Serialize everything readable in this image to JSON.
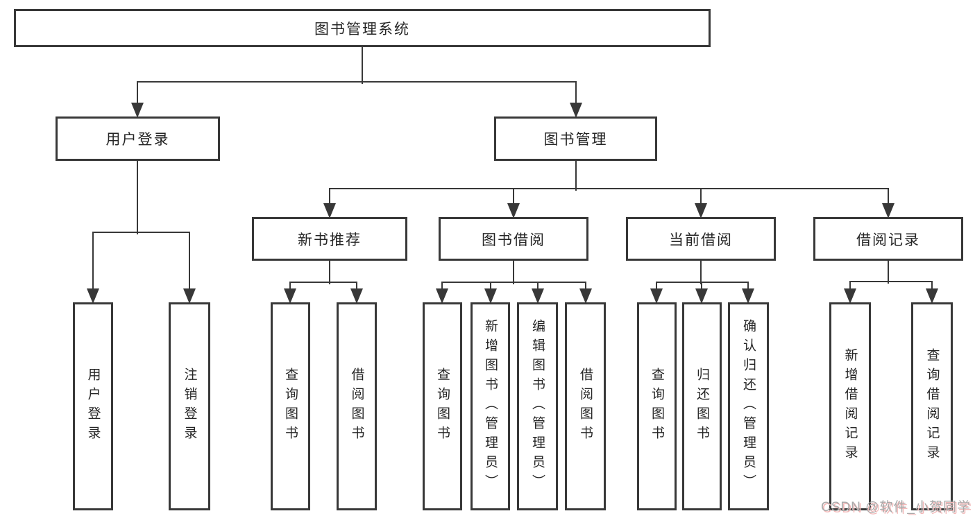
{
  "tree": {
    "label": "图书管理系统",
    "children": [
      {
        "label": "用户登录",
        "children": [
          {
            "label": "用户登录"
          },
          {
            "label": "注销登录"
          }
        ]
      },
      {
        "label": "图书管理",
        "children": [
          {
            "label": "新书推荐",
            "children": [
              {
                "label": "查询图书"
              },
              {
                "label": "借阅图书"
              }
            ]
          },
          {
            "label": "图书借阅",
            "children": [
              {
                "label": "查询图书"
              },
              {
                "label": "新增图书（管理员）"
              },
              {
                "label": "编辑图书（管理员）"
              },
              {
                "label": "借阅图书"
              }
            ]
          },
          {
            "label": "当前借阅",
            "children": [
              {
                "label": "查询图书"
              },
              {
                "label": "归还图书"
              },
              {
                "label": "确认归还（管理员）"
              }
            ]
          },
          {
            "label": "借阅记录",
            "children": [
              {
                "label": "新增借阅记录"
              },
              {
                "label": "查询借阅记录"
              }
            ]
          }
        ]
      }
    ]
  },
  "watermark": "CSDN @软件_小贺同学",
  "colors": {
    "line": "#383838",
    "text": "#262626",
    "background": "#ffffff",
    "watermark_gray": "#aaaaaa",
    "watermark_red": "#f2b8b8"
  }
}
